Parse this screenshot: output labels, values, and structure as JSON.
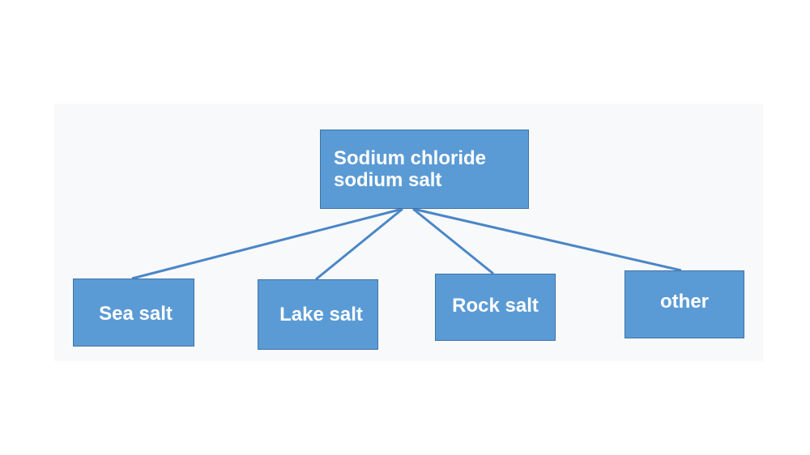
{
  "diagram": {
    "root": {
      "line1": "Sodium chloride",
      "line2": "sodium salt"
    },
    "children": [
      {
        "label": "Sea salt"
      },
      {
        "label": "Lake salt"
      },
      {
        "label": "Rock salt"
      },
      {
        "label": "other"
      }
    ],
    "colors": {
      "box_fill": "#5b9bd5",
      "box_border": "#3e72a8",
      "connector": "#4a86c7",
      "text": "#ffffff"
    }
  }
}
